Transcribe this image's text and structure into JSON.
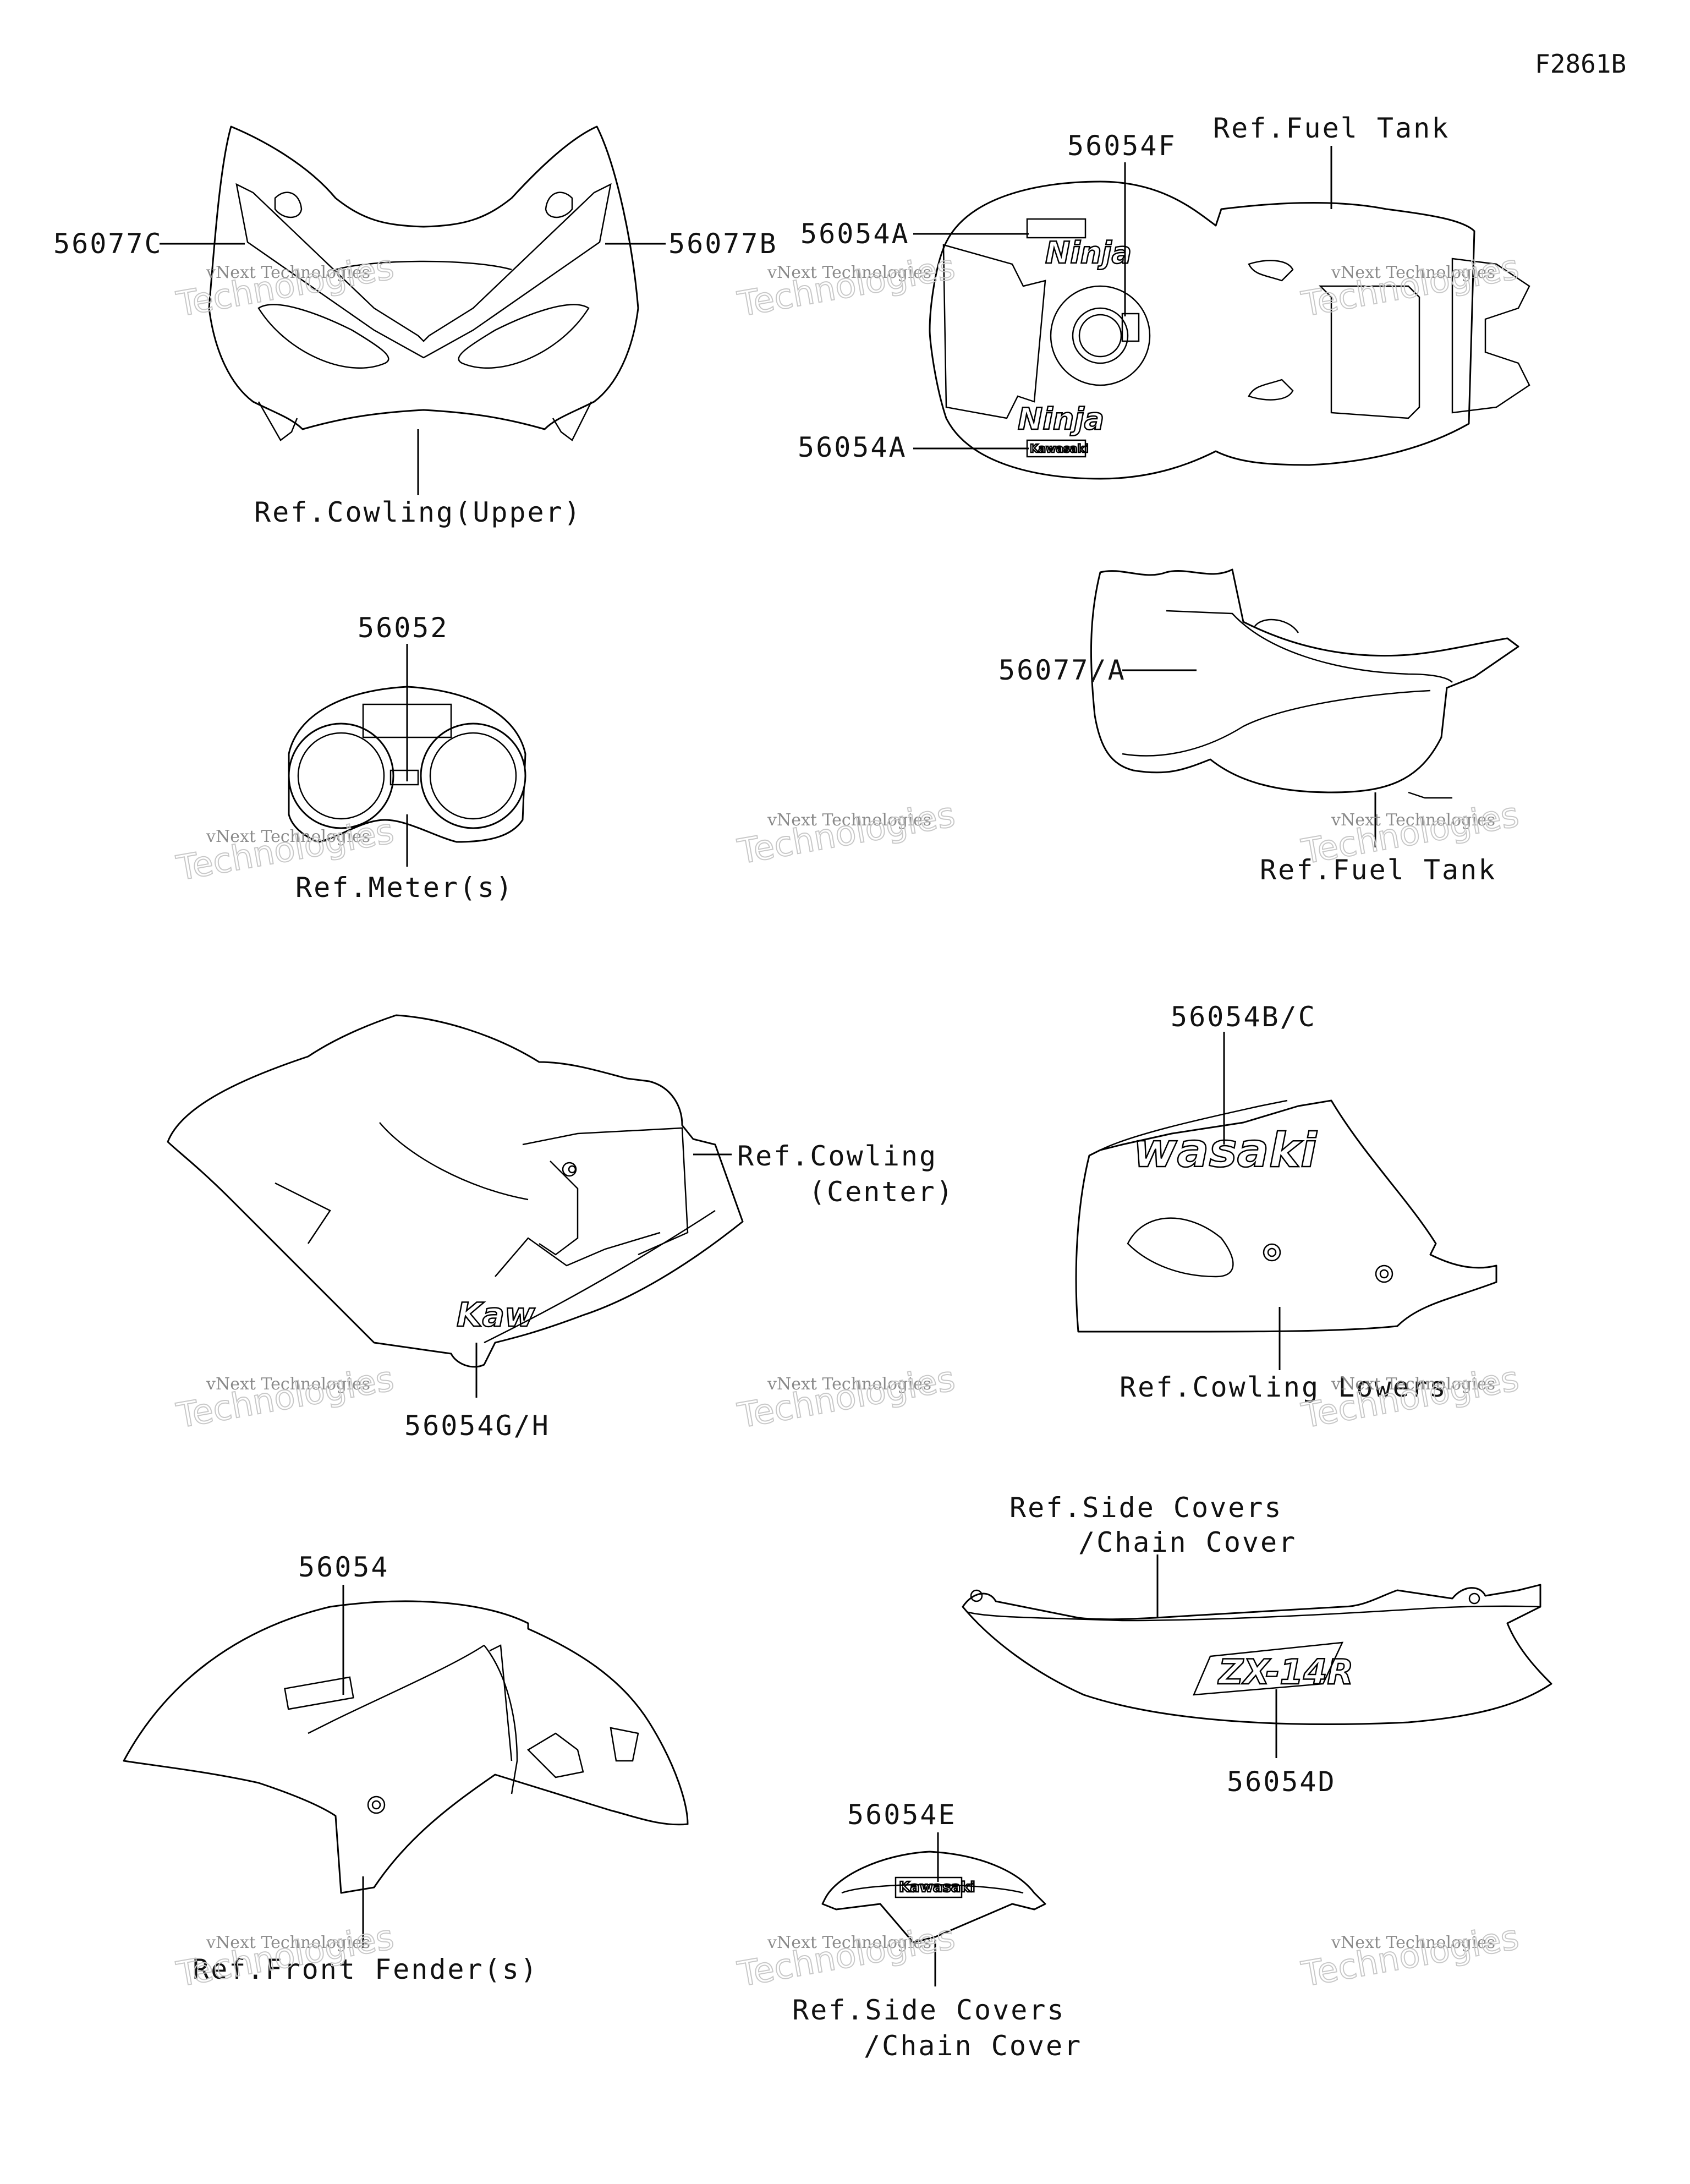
{
  "figure_code": "F2861B",
  "watermark": {
    "line1": "vNext Technologies",
    "line2": "Technologies",
    "small": "vNext"
  },
  "callouts": {
    "c56077C": "56077C",
    "c56077B": "56077B",
    "ref_cowling_upper": "Ref.Cowling(Upper)",
    "c56054F": "56054F",
    "ref_fuel_tank_top": "Ref.Fuel Tank",
    "c56054A_top": "56054A",
    "c56054A_bottom": "56054A",
    "c56052": "56052",
    "ref_meters": "Ref.Meter(s)",
    "c56077A": "56077/A",
    "ref_fuel_tank_side": "Ref.Fuel Tank",
    "ref_cowling_center_1": "Ref.Cowling",
    "ref_cowling_center_2": "(Center)",
    "c56054GH": "56054G/H",
    "c56054BC": "56054B/C",
    "ref_cowling_lowers": "Ref.Cowling Lowers",
    "ref_side_covers_top_1": "Ref.Side Covers",
    "ref_side_covers_top_2": "/Chain Cover",
    "c56054": "56054",
    "c56054D": "56054D",
    "c56054E": "56054E",
    "ref_front_fender": "Ref.Front Fender(s)",
    "ref_side_covers_bottom_1": "Ref.Side Covers",
    "ref_side_covers_bottom_2": "/Chain Cover"
  },
  "decals": {
    "ninja": "Ninja",
    "kawasaki": "Kawasaki",
    "kawasaki_partial": "wasaki",
    "kawasaki_cut": "Kaw",
    "zx14r": "ZX-14R"
  }
}
